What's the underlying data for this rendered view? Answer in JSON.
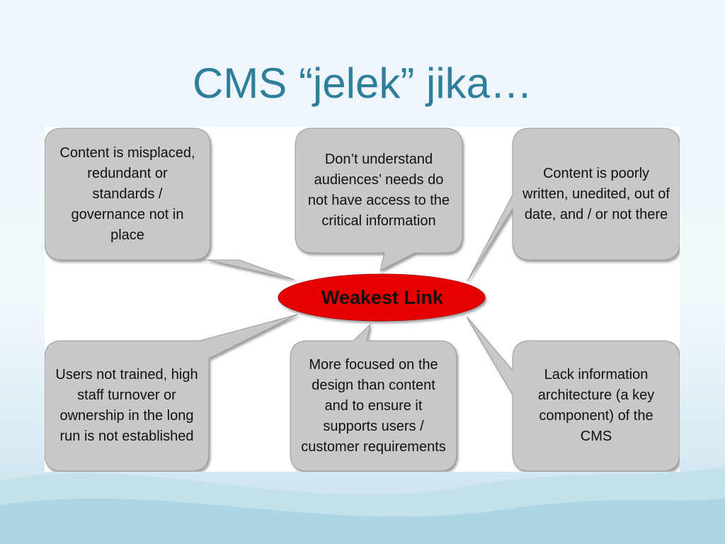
{
  "slide": {
    "title": "CMS “jelek” jika…"
  },
  "diagram": {
    "center": "Weakest Link",
    "callouts": {
      "top_left": "Content is misplaced, redundant or standards / governance not in place",
      "top_center": "Don’t understand audiences’ needs do not have access to the critical information",
      "top_right": "Content is poorly written, unedited, out of date, and / or not there",
      "bottom_left": "Users not trained, high staff turnover or ownership in the long run is not established",
      "bottom_center": "More focused on the design than content and to ensure it supports users / customer requirements",
      "bottom_right": "Lack information architecture (a key component) of the CMS"
    },
    "colors": {
      "callout_fill": "#c8c8c8",
      "center_fill": "#e60000",
      "title": "#2f7e9b"
    }
  }
}
